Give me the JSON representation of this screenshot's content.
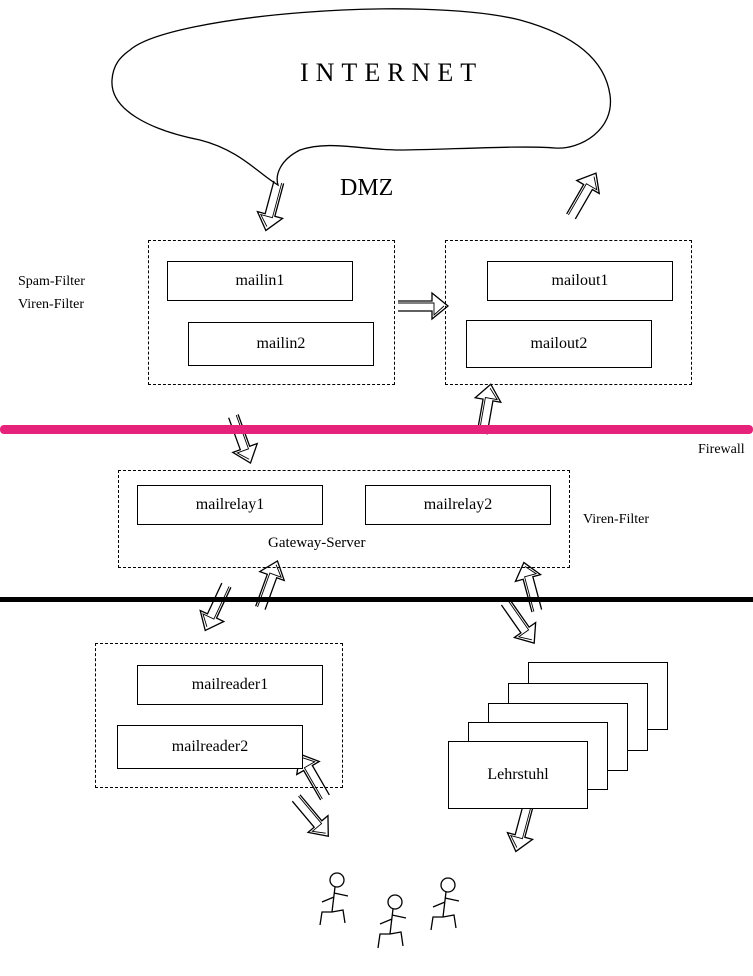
{
  "internet": {
    "label": "INTERNET"
  },
  "dmz": {
    "label": "DMZ"
  },
  "side_labels": {
    "spam_filter": "Spam-Filter",
    "viren_filter_top": "Viren-Filter",
    "viren_filter_mid": "Viren-Filter",
    "firewall": "Firewall"
  },
  "boxes": {
    "mailin1": "mailin1",
    "mailin2": "mailin2",
    "mailout1": "mailout1",
    "mailout2": "mailout2",
    "mailrelay1": "mailrelay1",
    "mailrelay2": "mailrelay2",
    "gateway": "Gateway-Server",
    "mailreader1": "mailreader1",
    "mailreader2": "mailreader2",
    "lehrstuhl": "Lehrstuhl"
  },
  "colors": {
    "firewall_line": "#e6227a",
    "inner_line": "#000000"
  }
}
